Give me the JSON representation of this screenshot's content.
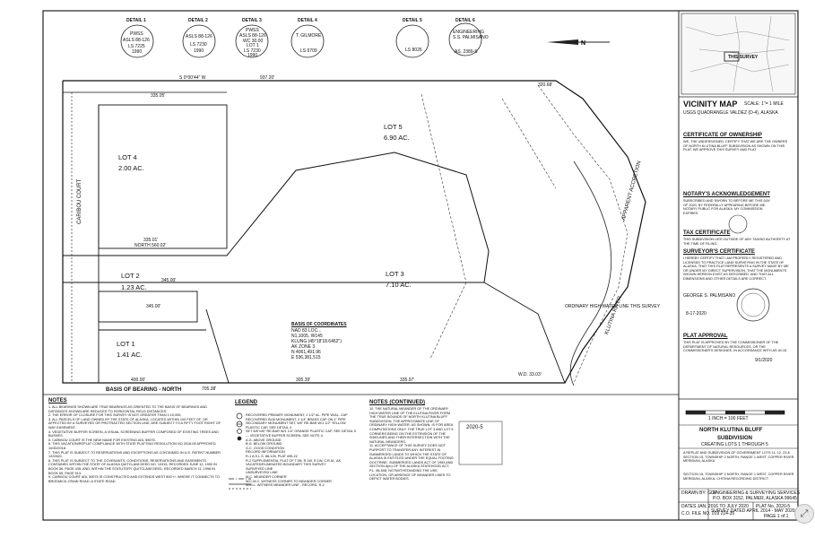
{
  "details": [
    {
      "label": "DETAIL 1",
      "lines": [
        "PWSS",
        "ASLS 88-126",
        "LS 7225",
        "1990"
      ]
    },
    {
      "label": "DETAIL 2",
      "lines": [
        "ASLS 88-126",
        "LS 7230",
        "1990"
      ]
    },
    {
      "label": "DETAIL 3",
      "lines": [
        "PWSS",
        "ASLS 88-126",
        "WC 30.00",
        "LOT 1",
        "LS 7230",
        "1990"
      ]
    },
    {
      "label": "DETAIL 4",
      "lines": [
        "T. GILMORE",
        "LS 6709"
      ]
    },
    {
      "label": "DETAIL 5",
      "lines": [
        "LS 8026"
      ]
    },
    {
      "label": "DETAIL 6",
      "lines": [
        "ENGINEERING",
        "S.S. PALMISANO",
        "AS. 2389-S"
      ]
    }
  ],
  "lots": [
    {
      "name": "LOT 4",
      "area": "2.00 AC."
    },
    {
      "name": "LOT 5",
      "area": "6.90 AC."
    },
    {
      "name": "LOT 2",
      "area": "1.23 AC."
    },
    {
      "name": "LOT 3",
      "area": "7.10 AC."
    },
    {
      "name": "LOT 1",
      "area": "1.41 AC."
    }
  ],
  "labels": {
    "bearing_basis": "BASIS OF BEARING - NORTH",
    "klutina_river": "KLUTINA RIVER",
    "apparent_accretion": "APPARENT ACCRETION",
    "ohw": "ORDINARY HIGH WATER LINE THIS SURVEY",
    "caribou_court": "CARIBOU COURT",
    "coords_title": "BASIS OF COORDINATES",
    "coords_lines": [
      "NAD 83 LOC...",
      "N1,1005, W145",
      "KLUNG (45°18'18.6462\")",
      "AK ZONE 3",
      "N 4061,491.96",
      "E 536,381.515"
    ]
  },
  "dims": {
    "top": "937.20'",
    "north_lot4": "335.05'",
    "lot4_bottom": "335.01'",
    "north_560": "NORTH 560.02'",
    "east_3": "345.00'",
    "lot2_bottom": "345.00'",
    "lot1_bottom": "400.00'",
    "bottom_left": "705.38'",
    "bottom_mid": "305.39'",
    "bottom_right": "335.97'",
    "bottom_end": "W.D. 33.03'",
    "right_top": "320.68'",
    "s0_04": "S 0°00'44\" W"
  },
  "vicinity": {
    "title": "VICINITY MAP",
    "scale": "SCALE: 1\"= 1 MILE",
    "usgs": "USGS QUADRANGLE VALDEZ (D-4), ALASKA",
    "this_survey": "THIS SURVEY"
  },
  "certs": [
    {
      "title": "CERTIFICATE OF OWNERSHIP",
      "body": "WE, THE UNDERSIGNED, CERTIFY THAT WE ARE THE OWNERS OF NORTH KLUTINA BLUFF SUBDIVISION AS SHOWN ON THIS PLAT, WE APPROVE THIS SURVEY AND PLAT."
    },
    {
      "title": "NOTARY'S ACKNOWLEDGEMENT",
      "body": "SUBSCRIBED AND SWORN TO BEFORE ME THIS DAY OF 2020, BY FEDERALLY APPEARING BEFORE ME. NOTARY PUBLIC FOR ALASKA. MY COMMISSION EXPIRES"
    },
    {
      "title": "TAX CERTIFICATE",
      "body": "THIS SUBDIVISION LIES OUTSIDE OF ANY TAXING AUTHORITY AT THE TIME OF FILING."
    },
    {
      "title": "SURVEYOR'S CERTIFICATE",
      "body": "I HEREBY CERTIFY THAT I AM PROPERLY REGISTERED AND LICENSED TO PRACTICE LAND SURVEYING IN THE STATE OF ALASKA, THAT THIS PLAT REPRESENTS A SURVEY MADE BY ME OR UNDER MY DIRECT SUPERVISION, THAT THE MONUMENTS SHOWN HEREON EXIST AS DESCRIBED, AND THAT ALL DIMENSIONS AND OTHER DETAILS ARE CORRECT."
    },
    {
      "title": "PLAT APPROVAL",
      "body": "THIS PLAT IS APPROVED BY THE COMMISSIONER OF THE DEPARTMENT OF NATURAL RESOURCES, OR THE COMMISSIONER'S DESIGNEE, IN ACCORDANCE WITH AS 40.15."
    }
  ],
  "surveyor_name": "GEORGE S. PALMISANO",
  "sign_date": "8-17-2020",
  "approval_date": "9/1/2020",
  "notes_title": "NOTES",
  "notes": [
    "1. ALL BEARINGS SHOWN ARE TRUE BEARINGS AS ORIENTED TO THE BASIS OF BEARINGS AND DISTANCES SHOWN ARE REDUCED TO HORIZONTAL FIELD DISTANCES.",
    "2. THE ERROR OF CLOSURE FOR THIS SURVEY IS NOT GREATER THAN 1:10,000.",
    "3. ALL PARCELS OF LAND OWNED BY THE STATE OF ALASKA, LOCATED WITHIN 100 FEET OF, OR AFFECTED BY A SURVEYED OR PROTRACTED SECTION LINE, ARE SUBJECT TO A FIFTY FOOT RIGHT OF WAY EASEMENT.",
    "4. VEGETATIVE BUFFER SCREEN, A VISUAL SCREENING BUFFER COMPOSED OF EXISTING TREES AND BUSHES.",
    "5. CARIBOU COURT IS THE NEW NAME FOR EXISTING ADL 59075.",
    "6. THIS VACATION/REPLAT COMPLIANCE WITH STATE PLATTING RESOLUTION NO 2018-05 APPROVED 10/30/2018.",
    "7. THIS PLAT IS SUBJECT TO RESERVATIONS AND EXCEPTIONS AS CONTAINED IN U.S. PATENT NUMBER 1222620.",
    "8. THIS PLAT IS SUBJECT TO THE COVENANTS, CONDITIONS, RESERVATIONS AND EASEMENTS CONTAINED WITHIN THE STATE OF ALASKA QUITCLAIM DEED NO. 10315, RECORDED JUNE 12, 1992 IN BOOK 56, PAGE 435; AND, WITHIN THE STATUTORY QUITCLAIM DEED, RECORDED MARCH 11, 1998 IN BOOK 65, PAGE 513.",
    "9. CARIBOU COURT ADL 59075 IS CONSTRUCTED AND EXTENDS WEST 800'+/- WHERE IT CONNECTS TO BRODMICK-CRAIN ROAD, A STATE ROAD."
  ],
  "legend_title": "LEGEND",
  "legend": [
    "RECOVERED PRIMARY MONUMENT, 2 1/2\" AL. PIPE W/AL. CAP",
    "RECOVERED BLM MONUMENT, 2 1/4\" BRASS CAP ON 1\" PIPE",
    "SECONDARY MONUMENT SET, 5/8\" RE-BAR W/1 1/2\" YELLOW PLASTIC CAP, SEE DETAIL 4",
    "SET 5/8\"x30\" RE-BAR W/1 1/4\" ORANGE PLASTIC CAP, SEE DETAIL 5",
    "---  VEGETATIVE BUFFER SCREEN; SEE NOTE 4.",
    "A.G.  ABOVE GROUND",
    "B.G.  BELOW GROUND",
    "G.C.  GOOD CONDITION",
    "RECORD INFORMATION",
    "R-1  A.S.L.S. 88-126, PLAT #95-22",
    "R-2  SUPPLEMENTAL PLAT OF T.5N, R.1W, R.1W, C.R.M., AK.",
    "VACATED/ELIMINATED BOUNDARY THIS SURVEY",
    "SURVEYED LINE",
    "UNSURVEYED LINE",
    "M.C.  MEANDER CORNER",
    "W.C.M.C.  WITNESS CORNER TO MEANDER CORNER",
    "W.M.L.  WITNESS MEANDER LINE - RECORD, R-2"
  ],
  "notes_cont_title": "NOTES (CONTINUED)",
  "notes_cont": [
    "10. THE NATURAL MEANDER OF THE ORDINARY HIGH WATER LINE OF THE KLUTINA RIVER FORM THE TRUE BOUNDS OF NORTH KLUTINA BLUFF SUBDIVISION. THE APPROXIMATE LINE OF ORDINARY HIGH WATER, AS SHOWN, IS FOR AREA COMPUTATIONS ONLY. THE TRUE LOT 3 AND LOT 5 CORNERS BEING ON THE EXTENSION OF THE SIDELINES AND THEIR INTERSECTION WITH THE NATURAL MEANDERS.",
    "11. ACCEPTANCE OF THIS SURVEY DOES NOT PURPORT TO TRANSFER ANY INTEREST IN SUBMERGED LANDS TO WHICH THE STATE OF ALASKA IS ENTITLED UNDER THE EQUAL FOOTING DOCTRINE, SUBMERGED LANDS ACT OF 1953 AND SECTION 6(m) OF THE ALASKA STATEHOOD ACT, P.L. 85-508, NOTWITHSTANDING THE USE, LOCATION, OR ABSENCE OF MEANDER LINES TO DEPICT WATER BODIES."
  ],
  "title_block": {
    "scale_bar": "1 INCH = 100 FEET",
    "subdivision": "NORTH KLUTINA BLUFF",
    "subdivision2": "SUBDIVISION",
    "creating": "CREATING LOTS 1 THROUGH 5",
    "desc": "A REPLAT AND SUBDIVISION OF GOVERNMENT LOTS 11, 12, 23 & SECTION 15, TOWNSHIP 2 NORTH, RANGE 1 WEST, COPPER RIVER MERIDIAN, ALASKA",
    "location": "SECTION 15, TOWNSHIP 2 NORTH, RANGE 1 WEST, COPPER RIVER MERIDIAN, ALASKA. CHITINA RECORDING DISTRICT",
    "company": "ENGINEERING & SURVEYING SERVICES",
    "company_addr": "P.O. BOX 3152, PALMER, ALASKA 99645",
    "drawn": "DRAWN BY: GDP",
    "dates": "DATES JAN. 2016 TO JULY 2020",
    "file": "C.O. FILE NO. 019 214-35",
    "survey_dates": "SURVEY DATED APRIL 2014 - MAY 2020",
    "plat_no": "PLAT No. 2020-5",
    "page": "PAGE 1 of 1",
    "recorded": "2020-5"
  },
  "zoom_icon": "⤢"
}
